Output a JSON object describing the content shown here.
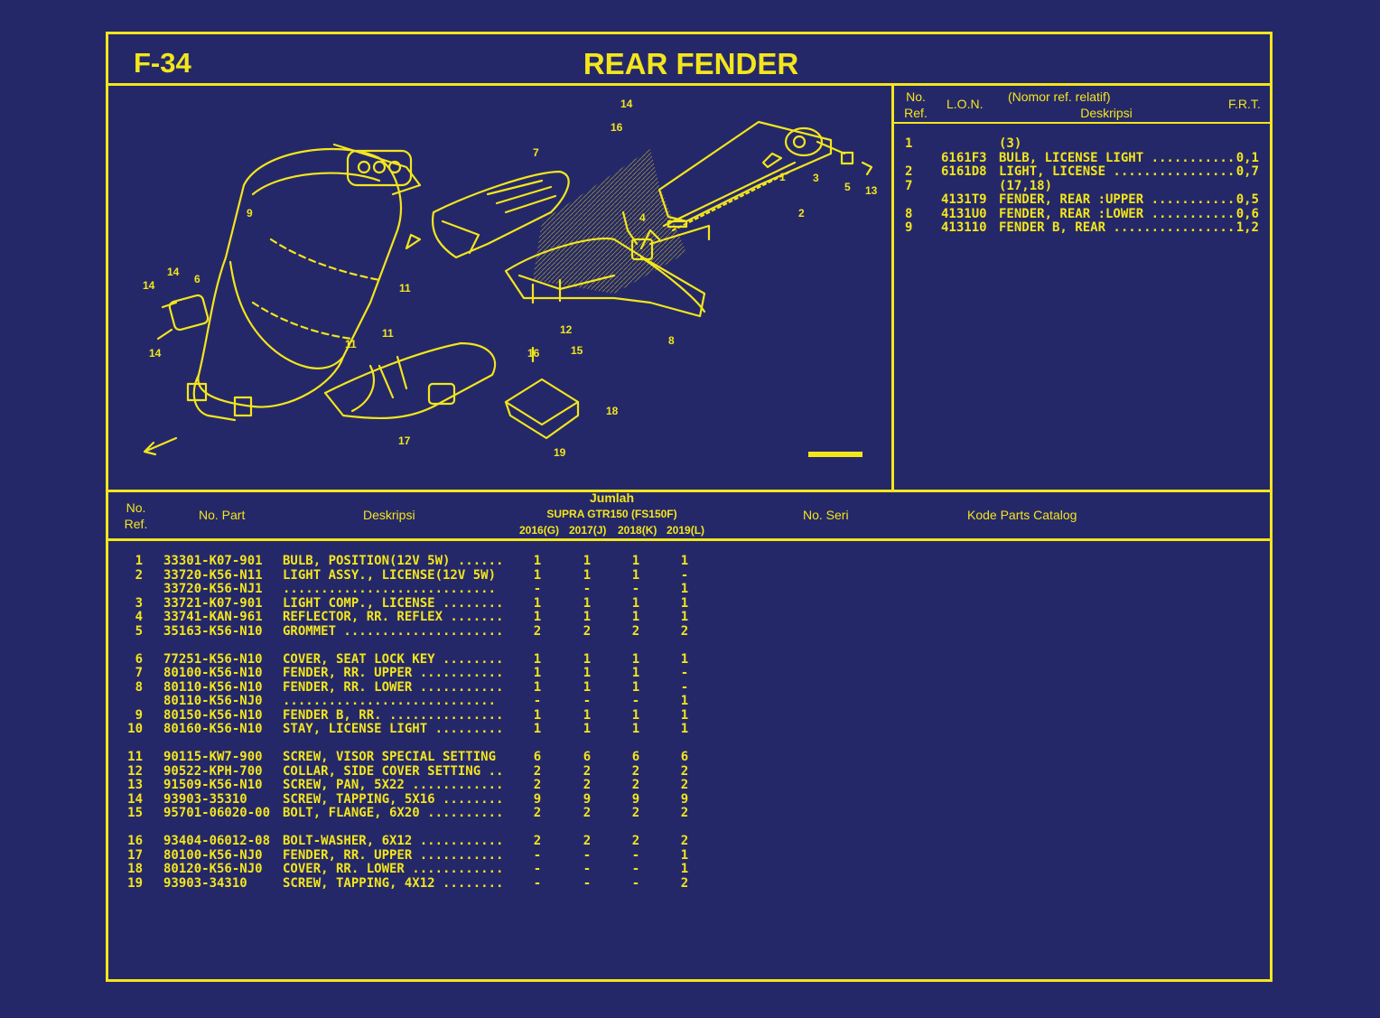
{
  "header": {
    "code": "F-34",
    "title": "REAR FENDER"
  },
  "right_table": {
    "headers": {
      "no_ref": "No.",
      "no_ref2": "Ref.",
      "lon": "L.O.N.",
      "nomor": "(Nomor ref. relatif)",
      "desk": "Deskripsi",
      "frt": "F.R.T."
    },
    "rows": [
      {
        "ref": "1",
        "lon": "",
        "desc": "(3)",
        "frt": ""
      },
      {
        "ref": "",
        "lon": "6161F3",
        "desc": "BULB, LICENSE LIGHT ............",
        "frt": "0,1"
      },
      {
        "ref": "2",
        "lon": "6161D8",
        "desc": "LIGHT, LICENSE ..................",
        "frt": "0,7"
      },
      {
        "ref": "7",
        "lon": "",
        "desc": "(17,18)",
        "frt": ""
      },
      {
        "ref": "",
        "lon": "4131T9",
        "desc": "FENDER, REAR :UPPER ............",
        "frt": "0,5"
      },
      {
        "ref": "8",
        "lon": "4131U0",
        "desc": "FENDER, REAR :LOWER ............",
        "frt": "0,6"
      },
      {
        "ref": "9",
        "lon": "413110",
        "desc": "FENDER B, REAR .................",
        "frt": "1,2"
      }
    ]
  },
  "main_table": {
    "headers": {
      "no_ref": "No.",
      "no_ref2": "Ref.",
      "no_part": "No. Part",
      "desk": "Deskripsi",
      "jumlah": "Jumlah",
      "model": "SUPRA GTR150 (FS150F)",
      "years": [
        "2016(G)",
        "2017(J)",
        "2018(K)",
        "2019(L)"
      ],
      "no_seri": "No. Seri",
      "kode": "Kode Parts Catalog"
    },
    "groups": [
      [
        {
          "ref": "1",
          "part": "33301-K07-901",
          "desc": "BULB, POSITION(12V 5W) ......",
          "q": [
            "1",
            "1",
            "1",
            "1"
          ]
        },
        {
          "ref": "2",
          "part": "33720-K56-N11",
          "desc": "LIGHT ASSY., LICENSE(12V 5W)",
          "q": [
            "1",
            "1",
            "1",
            "-"
          ]
        },
        {
          "ref": "",
          "part": "33720-K56-NJ1",
          "desc": "............................",
          "q": [
            "-",
            "-",
            "-",
            "1"
          ]
        },
        {
          "ref": "3",
          "part": "33721-K07-901",
          "desc": "LIGHT COMP., LICENSE ........",
          "q": [
            "1",
            "1",
            "1",
            "1"
          ]
        },
        {
          "ref": "4",
          "part": "33741-KAN-961",
          "desc": "REFLECTOR, RR. REFLEX .......",
          "q": [
            "1",
            "1",
            "1",
            "1"
          ]
        },
        {
          "ref": "5",
          "part": "35163-K56-N10",
          "desc": "GROMMET .....................",
          "q": [
            "2",
            "2",
            "2",
            "2"
          ]
        }
      ],
      [
        {
          "ref": "6",
          "part": "77251-K56-N10",
          "desc": "COVER, SEAT LOCK KEY ........",
          "q": [
            "1",
            "1",
            "1",
            "1"
          ]
        },
        {
          "ref": "7",
          "part": "80100-K56-N10",
          "desc": "FENDER, RR. UPPER ...........",
          "q": [
            "1",
            "1",
            "1",
            "-"
          ]
        },
        {
          "ref": "8",
          "part": "80110-K56-N10",
          "desc": "FENDER, RR. LOWER ...........",
          "q": [
            "1",
            "1",
            "1",
            "-"
          ]
        },
        {
          "ref": "",
          "part": "80110-K56-NJ0",
          "desc": "............................",
          "q": [
            "-",
            "-",
            "-",
            "1"
          ]
        },
        {
          "ref": "9",
          "part": "80150-K56-N10",
          "desc": "FENDER B, RR. ...............",
          "q": [
            "1",
            "1",
            "1",
            "1"
          ]
        },
        {
          "ref": "10",
          "part": "80160-K56-N10",
          "desc": "STAY, LICENSE LIGHT .........",
          "q": [
            "1",
            "1",
            "1",
            "1"
          ]
        }
      ],
      [
        {
          "ref": "11",
          "part": "90115-KW7-900",
          "desc": "SCREW, VISOR SPECIAL SETTING",
          "q": [
            "6",
            "6",
            "6",
            "6"
          ]
        },
        {
          "ref": "12",
          "part": "90522-KPH-700",
          "desc": "COLLAR, SIDE COVER SETTING ..",
          "q": [
            "2",
            "2",
            "2",
            "2"
          ]
        },
        {
          "ref": "13",
          "part": "91509-K56-N10",
          "desc": "SCREW, PAN, 5X22 ............",
          "q": [
            "2",
            "2",
            "2",
            "2"
          ]
        },
        {
          "ref": "14",
          "part": "93903-35310",
          "desc": "SCREW, TAPPING, 5X16 ........",
          "q": [
            "9",
            "9",
            "9",
            "9"
          ]
        },
        {
          "ref": "15",
          "part": "95701-06020-00",
          "desc": "BOLT, FLANGE, 6X20 ..........",
          "q": [
            "2",
            "2",
            "2",
            "2"
          ]
        }
      ],
      [
        {
          "ref": "16",
          "part": "93404-06012-08",
          "desc": "BOLT-WASHER, 6X12 ...........",
          "q": [
            "2",
            "2",
            "2",
            "2"
          ]
        },
        {
          "ref": "17",
          "part": "80100-K56-NJ0",
          "desc": "FENDER, RR. UPPER ...........",
          "q": [
            "-",
            "-",
            "-",
            "1"
          ]
        },
        {
          "ref": "18",
          "part": "80120-K56-NJ0",
          "desc": "COVER, RR. LOWER ............",
          "q": [
            "-",
            "-",
            "-",
            "1"
          ]
        },
        {
          "ref": "19",
          "part": "93903-34310",
          "desc": "SCREW, TAPPING, 4X12 ........",
          "q": [
            "-",
            "-",
            "-",
            "2"
          ]
        }
      ]
    ]
  },
  "diagram": {
    "callouts": [
      "1",
      "2",
      "3",
      "4",
      "5",
      "6",
      "7",
      "8",
      "9",
      "11",
      "11",
      "11",
      "12",
      "13",
      "14",
      "14",
      "14",
      "14",
      "15",
      "16",
      "16",
      "17",
      "18",
      "19"
    ]
  },
  "colors": {
    "background": "#252868",
    "ink": "#f3e61c"
  }
}
